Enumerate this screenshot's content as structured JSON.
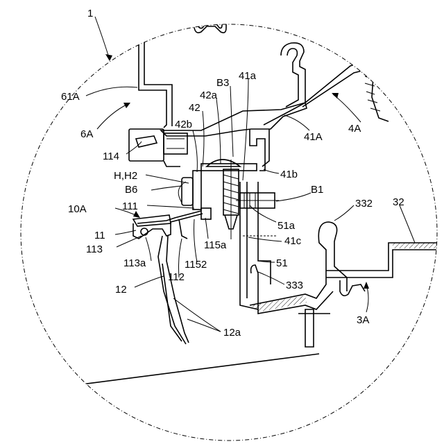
{
  "labels": {
    "l1": "1",
    "l61A": "61A",
    "l6A": "6A",
    "l114": "114",
    "lB3": "B3",
    "l41a": "41a",
    "l42a": "42a",
    "l42": "42",
    "l42b": "42b",
    "l4A": "4A",
    "l41A": "41A",
    "lH": "H,H2",
    "l41b": "41b",
    "lB6": "B6",
    "lB1": "B1",
    "l10A": "10A",
    "l111": "111",
    "l332": "332",
    "l32": "32",
    "l51a": "51a",
    "l11": "11",
    "l113": "113",
    "l115a": "115a",
    "l41c": "41c",
    "l113a": "113a",
    "l1152": "1152",
    "l51": "51",
    "l112": "112",
    "l333": "333",
    "l12": "12",
    "l3A": "3A",
    "l12a": "12a"
  }
}
